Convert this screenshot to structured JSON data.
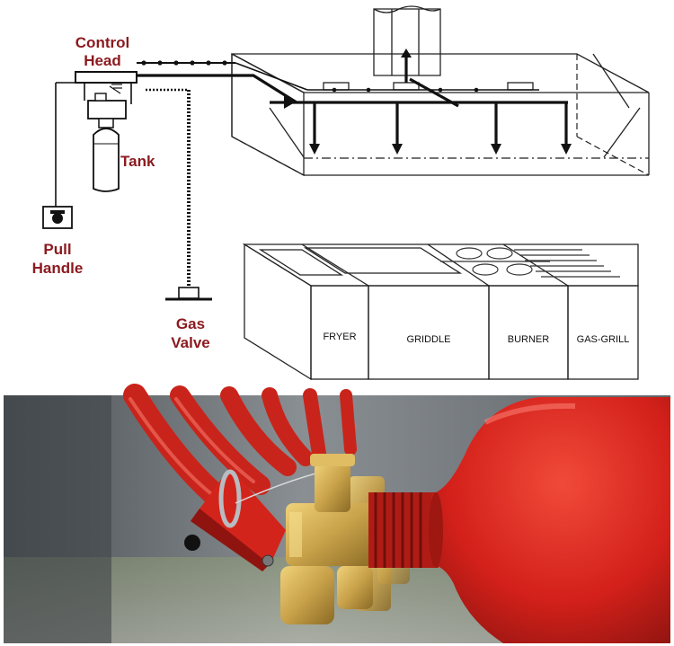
{
  "diagram": {
    "labels": {
      "control_head_line1": "Control",
      "control_head_line2": "Head",
      "tank": "Tank",
      "pull_handle_line1": "Pull",
      "pull_handle_line2": "Handle",
      "gas_valve_line1": "Gas",
      "gas_valve_line2": "Valve"
    },
    "appliances": [
      "FRYER",
      "GRIDDLE",
      "BURNER",
      "GAS-GRILL"
    ],
    "label_color": "#8b1a1f"
  },
  "photo": {
    "subject": "red fire suppression cylinder with brass valve and pull pin",
    "colors": {
      "cylinder": "#d9261b",
      "brass": "#c9a24a",
      "background": "#6f7478"
    }
  }
}
